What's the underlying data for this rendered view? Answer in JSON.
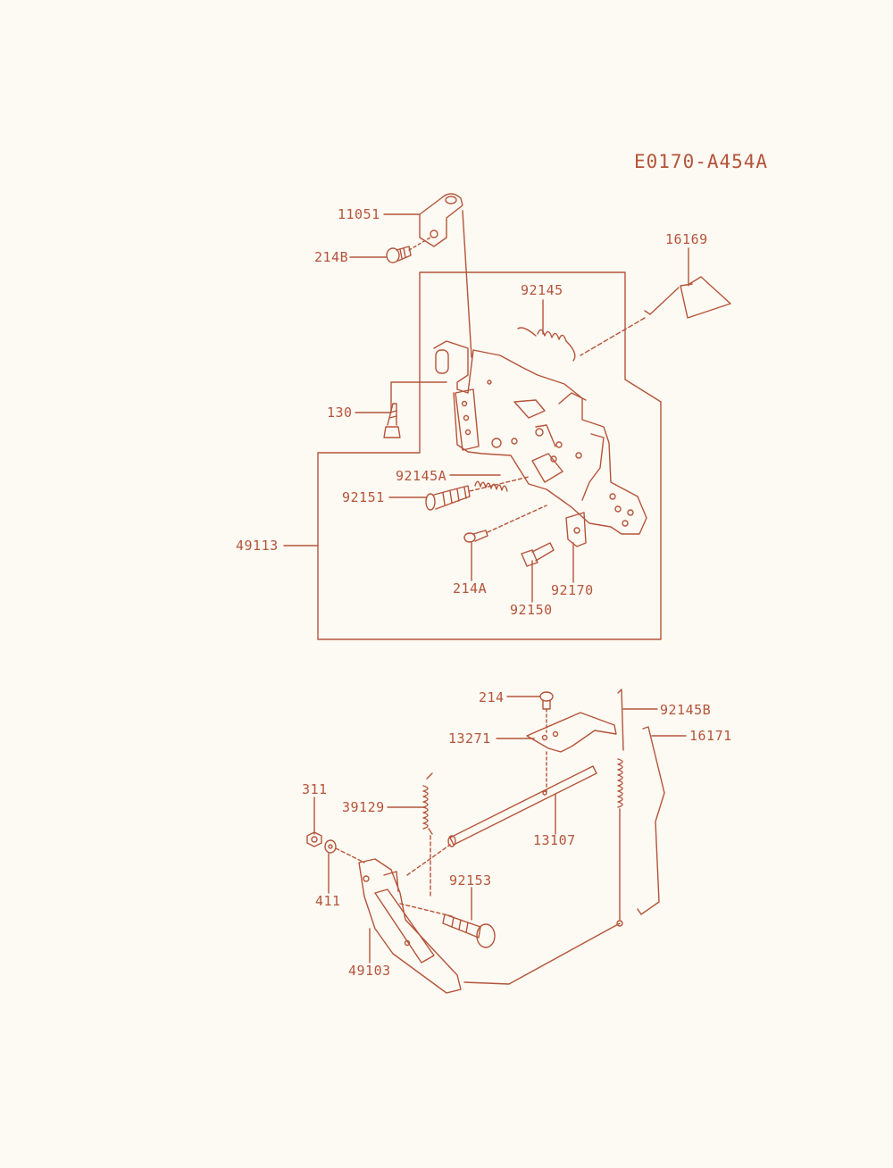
{
  "diagram_code": "E0170-A454A",
  "colors": {
    "ink": "#b4543a",
    "paper": "#fdfaf3"
  },
  "parts": [
    {
      "id": "p11051",
      "code": "11051"
    },
    {
      "id": "p214B",
      "code": "214B"
    },
    {
      "id": "p16169",
      "code": "16169"
    },
    {
      "id": "p92145",
      "code": "92145"
    },
    {
      "id": "p130",
      "code": "130"
    },
    {
      "id": "p92145A",
      "code": "92145A"
    },
    {
      "id": "p92151",
      "code": "92151"
    },
    {
      "id": "p49113",
      "code": "49113"
    },
    {
      "id": "p214A",
      "code": "214A"
    },
    {
      "id": "p92150",
      "code": "92150"
    },
    {
      "id": "p92170",
      "code": "92170"
    },
    {
      "id": "p214",
      "code": "214"
    },
    {
      "id": "p92145B",
      "code": "92145B"
    },
    {
      "id": "p13271",
      "code": "13271"
    },
    {
      "id": "p16171",
      "code": "16171"
    },
    {
      "id": "p311",
      "code": "311"
    },
    {
      "id": "p39129",
      "code": "39129"
    },
    {
      "id": "p13107",
      "code": "13107"
    },
    {
      "id": "p411",
      "code": "411"
    },
    {
      "id": "p92153",
      "code": "92153"
    },
    {
      "id": "p49103",
      "code": "49103"
    }
  ]
}
